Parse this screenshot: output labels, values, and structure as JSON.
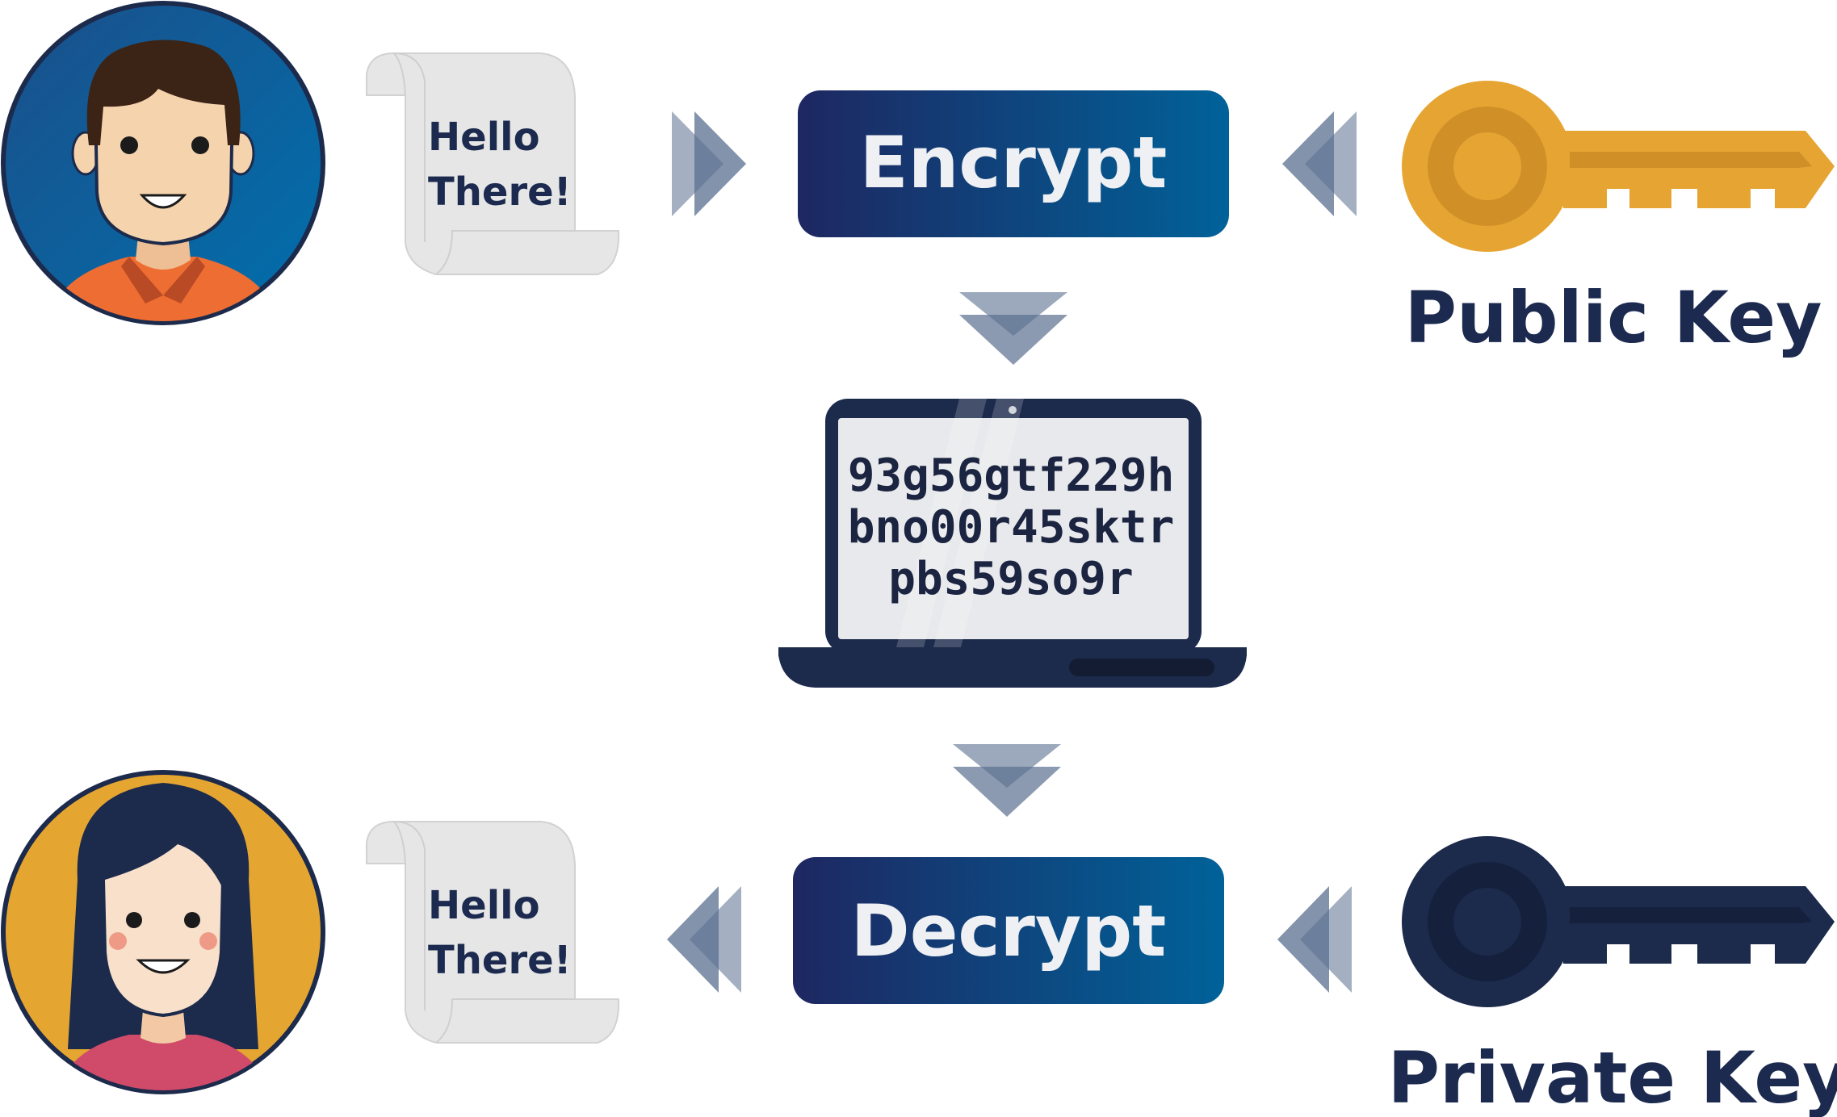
{
  "encrypt_label": "Encrypt",
  "decrypt_label": "Decrypt",
  "message": {
    "line1": "Hello",
    "line2": "There!"
  },
  "ciphertext": {
    "line1": "93g56gtf229h",
    "line2": "bno00r45sktr",
    "line3": "pbs59so9r"
  },
  "public_key_label": "Public Key",
  "private_key_label": "Private Key",
  "colors": {
    "box_gradient_start": "#1e2761",
    "box_gradient_end": "#006299",
    "arrow": "#5a6f8f",
    "public_key": "#e6a532",
    "private_key": "#1c2a4c",
    "sender_bg": "#0062a0",
    "receiver_bg": "#e5a631",
    "text_dark": "#1b2a4e"
  },
  "icons": [
    "sender-avatar-icon",
    "receiver-avatar-icon",
    "scroll-icon",
    "laptop-icon",
    "key-icon",
    "double-arrow-icon"
  ]
}
